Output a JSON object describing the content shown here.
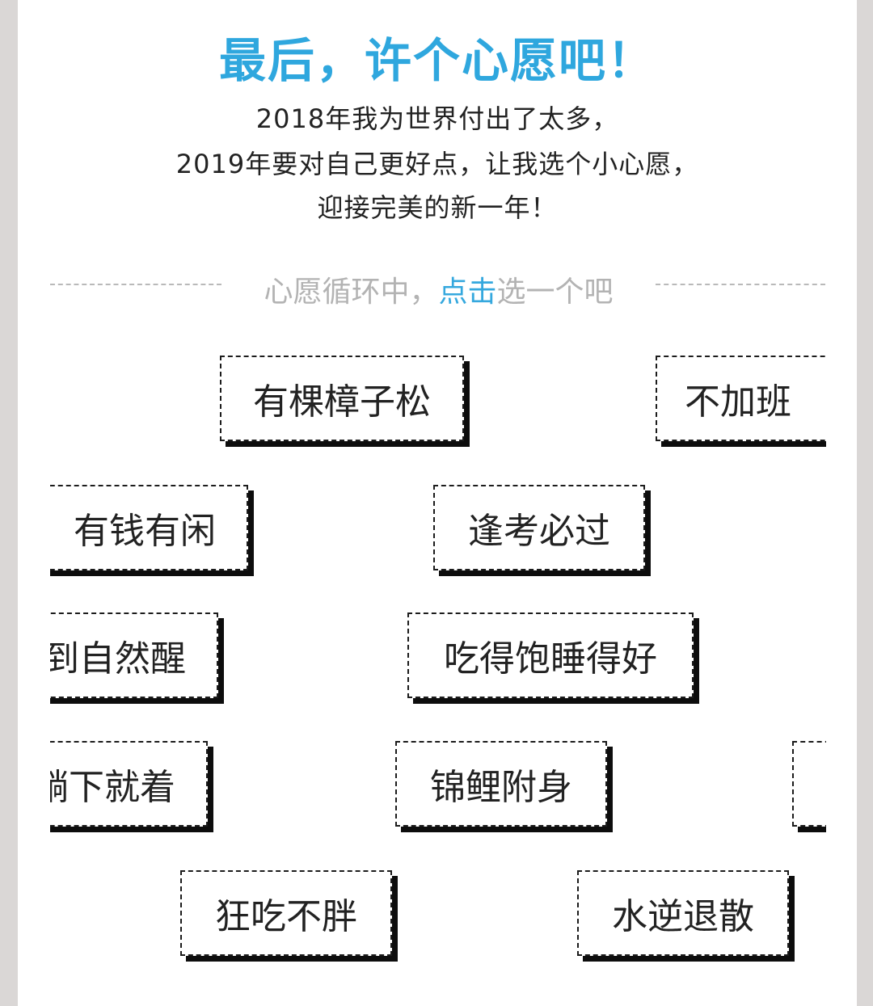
{
  "header": {
    "title": "最后，许个心愿吧！",
    "lines": [
      "2018年我为世界付出了太多，",
      "2019年要对自己更好点，让我选个小心愿，",
      "迎接完美的新一年！"
    ]
  },
  "hint": {
    "prefix": "心愿循环中，",
    "action": "点击",
    "suffix": "选一个吧"
  },
  "wishes": [
    "有棵樟子松",
    "不加班",
    "有钱有闲",
    "逢考必过",
    "睡到自然醒",
    "吃得饱睡得好",
    "躺下就着",
    "锦鲤附身",
    "",
    "狂吃不胖",
    "水逆退散"
  ],
  "colors": {
    "title": "#2fa7de",
    "accent": "#35a8de",
    "hint": "#b3b3b3",
    "text": "#222222",
    "border": "#1c1c1c",
    "background": "#dad7d6"
  }
}
